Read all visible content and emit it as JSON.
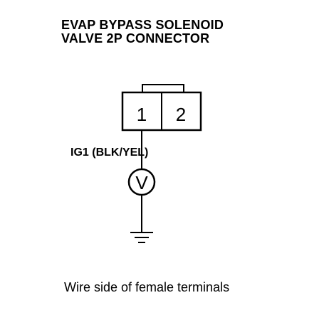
{
  "diagram": {
    "title_line1": "EVAP BYPASS SOLENOID",
    "title_line2": "VALVE 2P CONNECTOR",
    "terminal_1": "1",
    "terminal_2": "2",
    "wire_label": "IG1 (BLK/YEL)",
    "meter_symbol": "V",
    "footer": "Wire side of female terminals"
  }
}
